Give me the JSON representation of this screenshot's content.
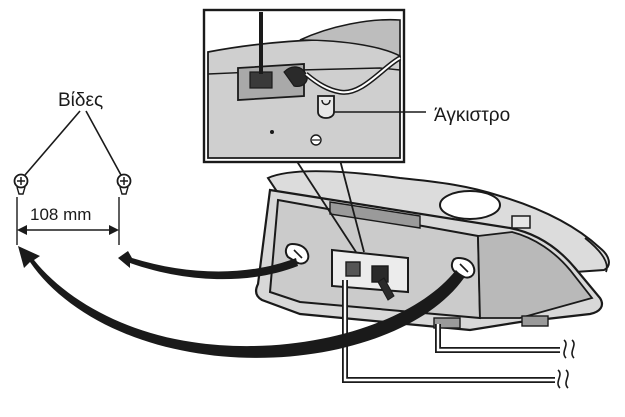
{
  "labels": {
    "screws": "Βίδες",
    "distance": "108 mm",
    "hook": "Άγκιστρο"
  },
  "colors": {
    "ink": "#1a1a1a",
    "body_fill": "#d8d8d8",
    "body_shade": "#b5b5b5",
    "inset_fill": "#cfcfcf",
    "arrow_fill": "#1a1a1a"
  },
  "icons": {
    "screw": "screw-icon"
  }
}
